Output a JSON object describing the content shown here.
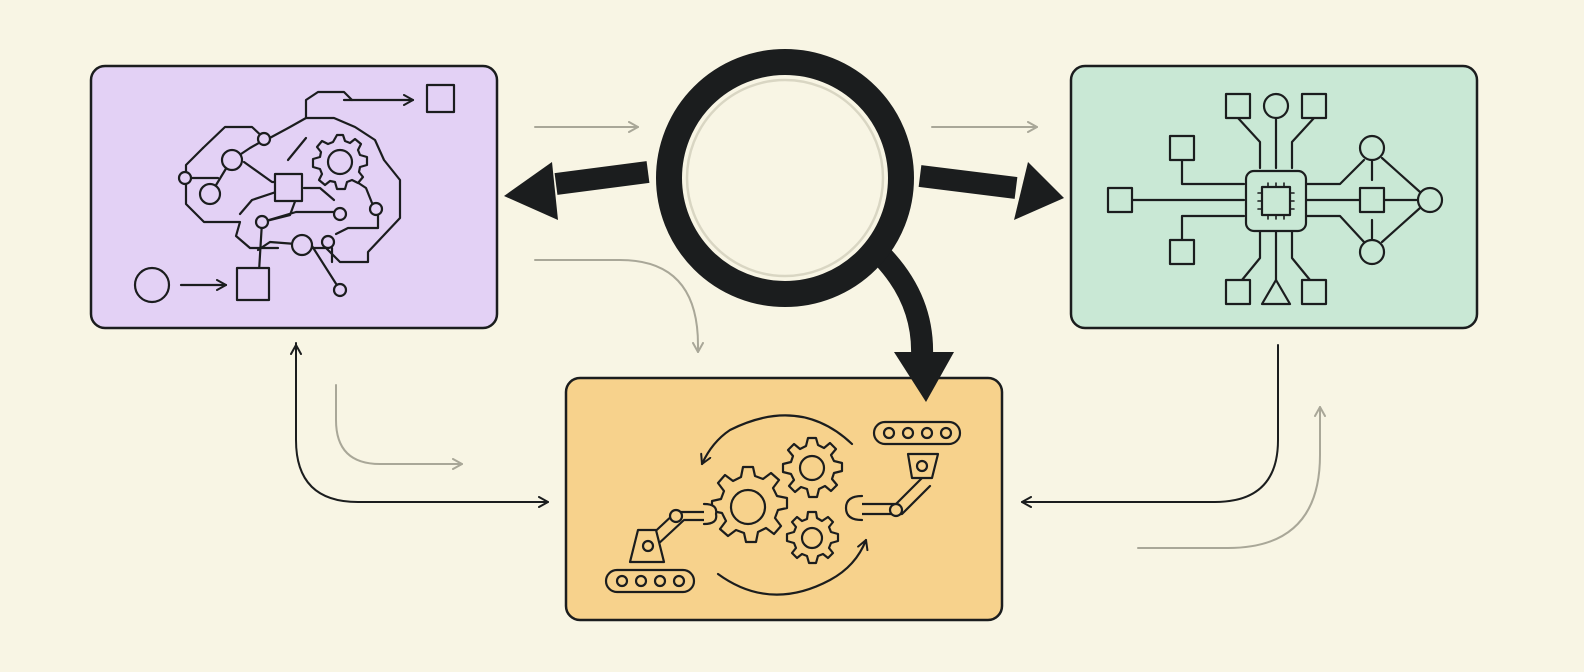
{
  "diagram": {
    "background": "#f8f5e4",
    "nodes": [
      {
        "id": "ai-brain-panel",
        "fill": "#e3d1f5",
        "icon": "brain-circuit-icon"
      },
      {
        "id": "central-hub",
        "fill": "#f8f5e4",
        "icon": "ring-hub-icon"
      },
      {
        "id": "network-panel",
        "fill": "#c9e8d5",
        "icon": "chip-network-icon"
      },
      {
        "id": "automation-panel",
        "fill": "#f7d28c",
        "icon": "robot-arms-gears-icon"
      }
    ],
    "edges": [
      {
        "from": "central-hub",
        "to": "ai-brain-panel",
        "style": "bold"
      },
      {
        "from": "central-hub",
        "to": "network-panel",
        "style": "bold"
      },
      {
        "from": "central-hub",
        "to": "automation-panel",
        "style": "bold"
      },
      {
        "from": "ai-brain-panel",
        "to": "automation-panel",
        "style": "thin"
      },
      {
        "from": "network-panel",
        "to": "automation-panel",
        "style": "thin"
      }
    ],
    "ink_color": "#1b1d1e",
    "faint_color": "#a9a798"
  }
}
